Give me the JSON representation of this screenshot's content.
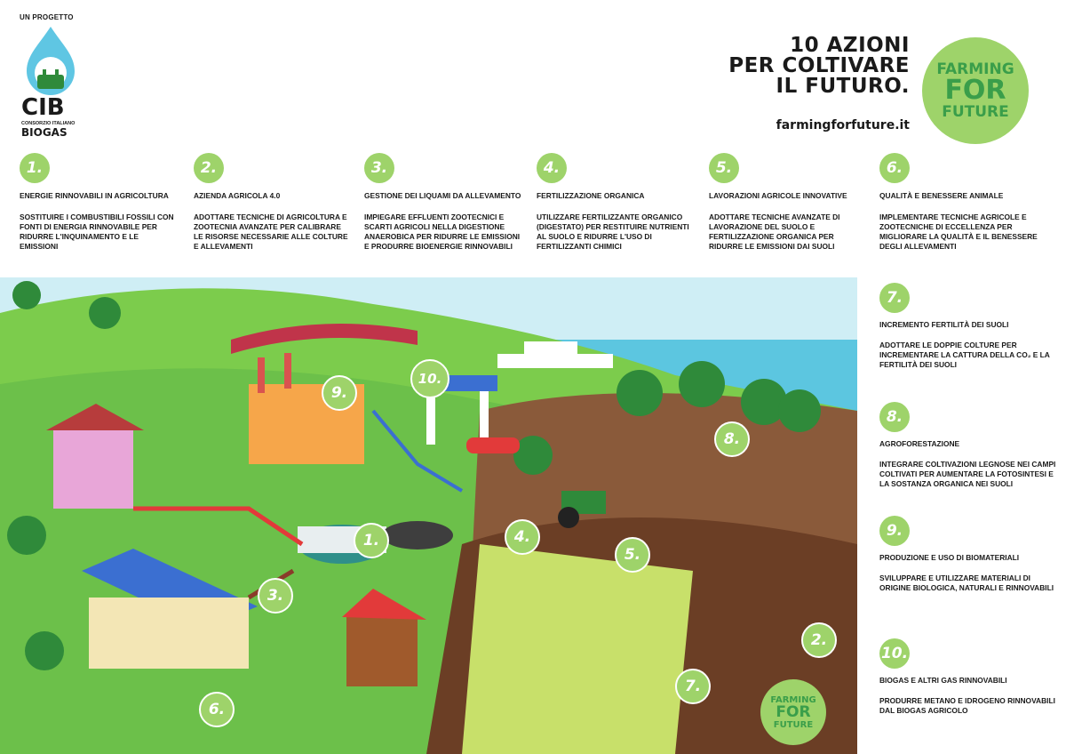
{
  "header": {
    "project_label": "UN PROGETTO",
    "logo_main": "CIB",
    "logo_sub1": "CONSORZIO ITALIANO",
    "logo_sub2": "BIOGAS",
    "headline_line1": "10 AZIONI",
    "headline_line2": "PER COLTIVARE",
    "headline_line3": "IL FUTURO.",
    "url": "farmingforfuture.it",
    "ff_logo": [
      "FARMING",
      "FOR",
      "FUTURE"
    ]
  },
  "actions": [
    {
      "num": "1.",
      "title": "ENERGIE RINNOVABILI IN AGRICOLTURA",
      "desc": "SOSTITUIRE I COMBUSTIBILI FOSSILI CON FONTI DI ENERGIA RINNOVABILE PER RIDURRE L'INQUINAMENTO E LE EMISSIONI"
    },
    {
      "num": "2.",
      "title": "AZIENDA AGRICOLA 4.0",
      "desc": "ADOTTARE TECNICHE DI AGRICOLTURA E ZOOTECNIA AVANZATE PER CALIBRARE LE RISORSE NECESSARIE ALLE COLTURE E ALLEVAMENTI"
    },
    {
      "num": "3.",
      "title": "GESTIONE DEI LIQUAMI DA ALLEVAMENTO",
      "desc": "IMPIEGARE EFFLUENTI ZOOTECNICI E SCARTI AGRICOLI NELLA DIGESTIONE ANAEROBICA PER RIDURRE LE EMISSIONI E PRODURRE BIOENERGIE RINNOVABILI"
    },
    {
      "num": "4.",
      "title": "FERTILIZZAZIONE ORGANICA",
      "desc": "UTILIZZARE FERTILIZZANTE ORGANICO (DIGESTATO) PER RESTITUIRE NUTRIENTI AL SUOLO E RIDURRE L'USO DI FERTILIZZANTI CHIMICI"
    },
    {
      "num": "5.",
      "title": "LAVORAZIONI AGRICOLE INNOVATIVE",
      "desc": "ADOTTARE TECNICHE AVANZATE DI LAVORAZIONE DEL SUOLO E FERTILIZZAZIONE ORGANICA PER RIDURRE LE EMISSIONI DAI SUOLI"
    },
    {
      "num": "6.",
      "title": "QUALITÀ E BENESSERE ANIMALE",
      "desc": "IMPLEMENTARE TECNICHE AGRICOLE E ZOOTECNICHE DI ECCELLENZA PER MIGLIORARE LA QUALITÀ E IL BENESSERE DEGLI ALLEVAMENTI"
    },
    {
      "num": "7.",
      "title": "INCREMENTO FERTILITÀ DEI SUOLI",
      "desc": "ADOTTARE LE DOPPIE COLTURE PER INCREMENTARE LA CATTURA DELLA CO₂ E LA FERTILITÀ DEI SUOLI"
    },
    {
      "num": "8.",
      "title": "AGROFORESTAZIONE",
      "desc": "INTEGRARE COLTIVAZIONI LEGNOSE NEI CAMPI COLTIVATI PER AUMENTARE LA FOTOSINTESI E LA SOSTANZA ORGANICA NEI SUOLI"
    },
    {
      "num": "9.",
      "title": "PRODUZIONE E USO DI BIOMATERIALI",
      "desc": "SVILUPPARE E UTILIZZARE MATERIALI DI ORIGINE BIOLOGICA, NATURALI E RINNOVABILI"
    },
    {
      "num": "10.",
      "title": "BIOGAS E ALTRI GAS RINNOVABILI",
      "desc": "PRODURRE METANO E IDROGENO RINNOVABILI DAL BIOGAS AGRICOLO"
    }
  ],
  "scene": {
    "badges": [
      "1.",
      "2.",
      "3.",
      "4.",
      "5.",
      "6.",
      "7.",
      "8.",
      "9.",
      "10."
    ],
    "corner_logo": [
      "FARMING",
      "FOR",
      "FUTURE"
    ]
  },
  "colors": {
    "accent_green": "#9ed36a",
    "dark_green": "#3a9e4a",
    "sky": "#cfeef5",
    "grass": "#6cc04a"
  }
}
